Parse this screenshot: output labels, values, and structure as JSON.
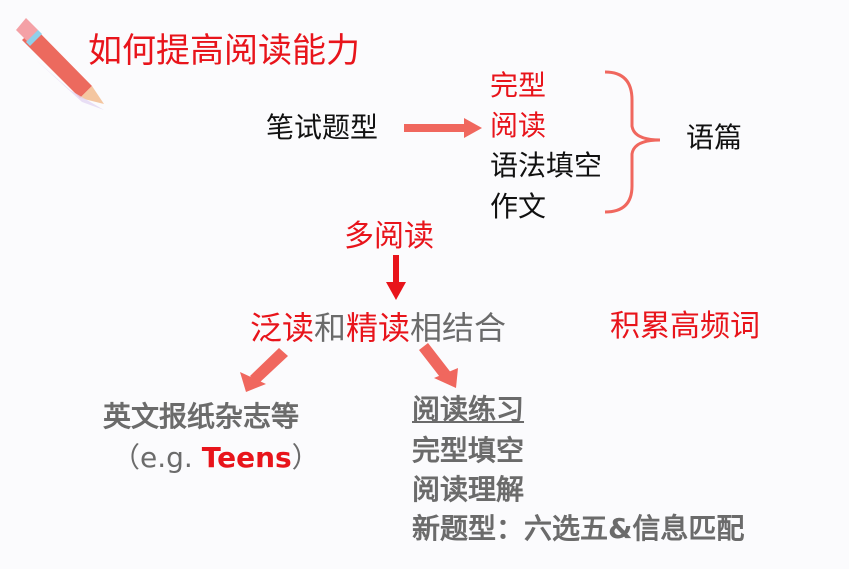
{
  "title": "如何提高阅读能力",
  "exam": {
    "label": "笔试题型",
    "items": [
      "完型",
      "阅读",
      "语法填空",
      "作文"
    ],
    "brace_label": "语篇"
  },
  "more_reading": "多阅读",
  "combine": {
    "p1": "泛读",
    "p2": "和",
    "p3": "精读",
    "p4": "相结合"
  },
  "vocab": "积累高频词",
  "extensive": {
    "line1": "英文报纸杂志等",
    "eg_open": "（e.g. ",
    "eg_word": "Teens",
    "eg_close": "）"
  },
  "intensive": {
    "heading": "阅读练习",
    "items": [
      "完型填空",
      "阅读理解",
      "新题型：六选五&信息匹配"
    ]
  },
  "colors": {
    "red": "#e8141b",
    "arrow": "#f0675e",
    "gray": "#6b6b6b"
  }
}
